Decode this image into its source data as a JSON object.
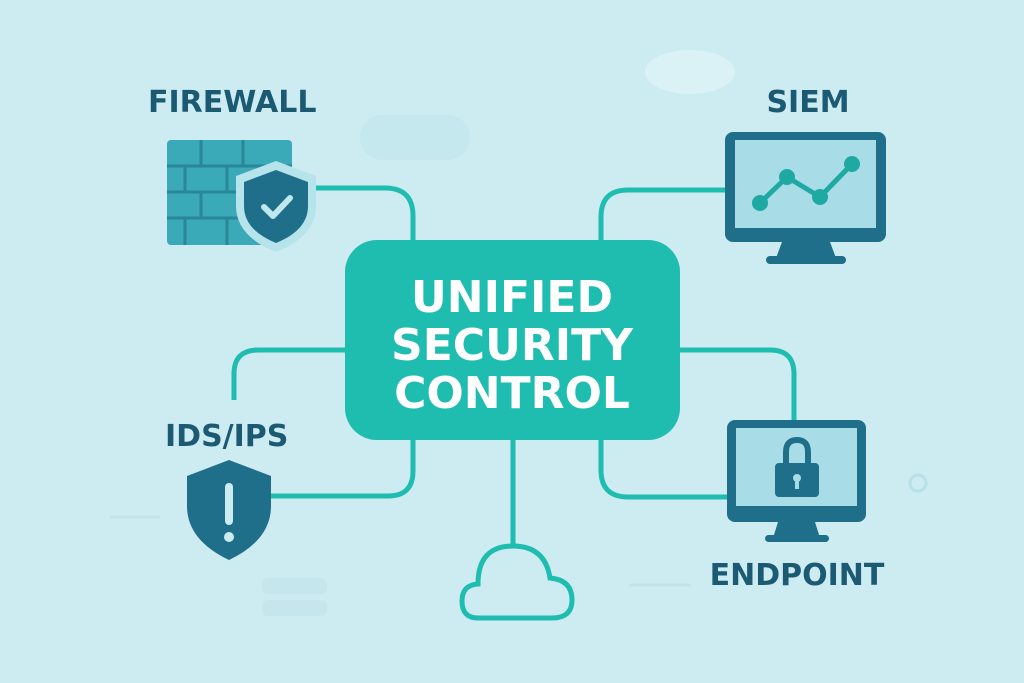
{
  "center": {
    "lines": [
      "UNIFIED",
      "SECURITY",
      "CONTROL"
    ]
  },
  "nodes": {
    "firewall": "FIREWALL",
    "siem": "SIEM",
    "ids_ips": "IDS/IPS",
    "endpoint": "ENDPOINT"
  },
  "colors": {
    "background": "#cdecf1",
    "accent": "#1fbcb0",
    "dark": "#1c5a73",
    "wall": "#3aa9b8"
  }
}
